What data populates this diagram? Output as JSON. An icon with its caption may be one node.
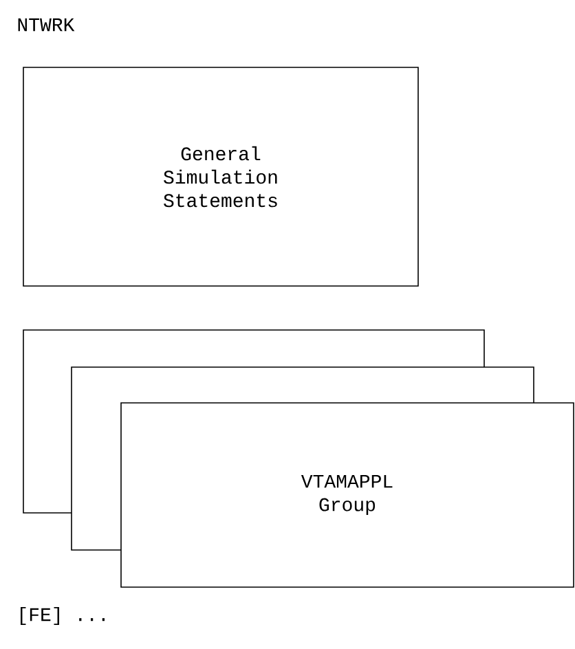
{
  "diagram": {
    "nodes": [
      {
        "text": [
          "General Simulation Statements"
        ]
      },
      {
        "text": [],
        "shape": "box"
      },
      {
        "text": [],
        "shape": "box"
      },
      {
        "text": [
          "VTAMAPPL Group"
        ]
      }
    ],
    "labels": [
      "NTWRK",
      "[FE] ..."
    ]
  }
}
